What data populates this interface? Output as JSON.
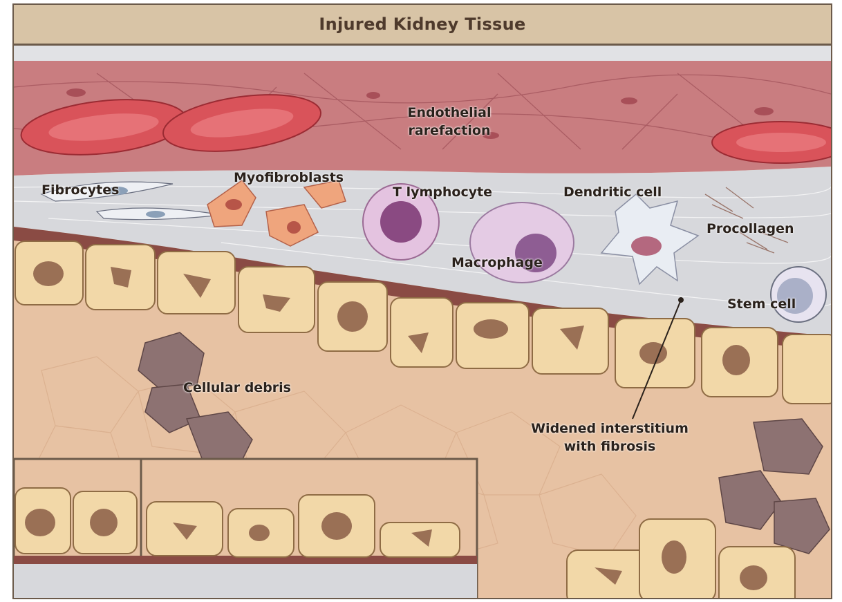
{
  "title": "Injured Kidney Tissue",
  "labels": {
    "endothelial_line1": "Endothelial",
    "endothelial_line2": "rarefaction",
    "fibrocytes": "Fibrocytes",
    "myofibroblasts": "Myofibroblasts",
    "t_lymphocyte": "T lymphocyte",
    "dendritic_cell": "Dendritic cell",
    "procollagen": "Procollagen",
    "macrophage": "Macrophage",
    "stem_cell": "Stem cell",
    "cellular_debris": "Cellular debris",
    "interstitium_line1": "Widened interstitium",
    "interstitium_line2": "with fibrosis"
  },
  "colors": {
    "frame": "#6b5a4a",
    "title_bar": "#d8c4a6",
    "vessel": "#c97d80",
    "red_cell": "#d9535a",
    "interstitium": "#d7d8dc",
    "tubule_cell": "#f2d8a8",
    "nucleus": "#9a7055",
    "debris": "#8d7272",
    "lumen": "#e7c2a3"
  }
}
